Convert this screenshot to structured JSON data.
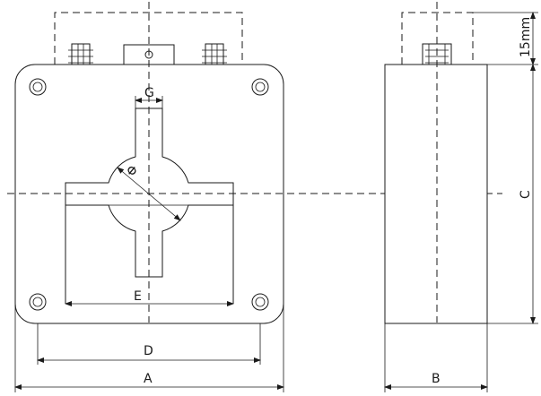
{
  "diagram": {
    "labels": {
      "dim_a": "A",
      "dim_b": "B",
      "dim_c": "C",
      "dim_d": "D",
      "dim_e": "E",
      "dim_g": "G",
      "dim_phi": "Φ",
      "dim_15mm": "15mm"
    }
  }
}
